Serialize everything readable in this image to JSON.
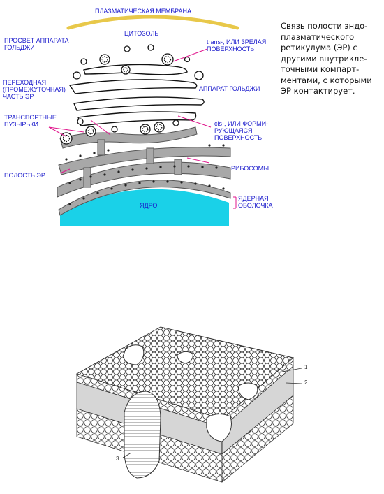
{
  "golgi_diagram": {
    "labels": {
      "plasma_membrane": "ПЛАЗМАТИЧЕСКАЯ МЕМБРАНА",
      "cytosol": "ЦИТОЗОЛЬ",
      "golgi_lumen": "ПРОСВЕТ АППАРАТА\nГОЛЬДЖИ",
      "trans_face": "trans-, ИЛИ ЗРЕЛАЯ\nПОВЕРХНОСТЬ",
      "golgi_apparatus": "АППАРАТ ГОЛЬДЖИ",
      "transitional_er": "ПЕРЕХОДНАЯ\n(ПРОМЕЖУТОЧНАЯ)\nЧАСТЬ ЭР",
      "transport_vesicles": "ТРАНСПОРТНЫЕ\nПУЗЫРЬКИ",
      "cis_face": "cis-, ИЛИ ФОРМИ-\nРУЮЩАЯСЯ\nПОВЕРХНОСТЬ",
      "er_lumen": "ПОЛОСТЬ ЭР",
      "ribosomes": "РИБОСОМЫ",
      "nucleus": "ЯДРО",
      "nuclear_envelope": "ЯДЕРНАЯ\nОБОЛОЧКА"
    },
    "colors": {
      "label_text": "#1a1acc",
      "membrane": "#e8c84a",
      "nucleus": "#1ad1e8",
      "er": "#a8a8a8",
      "leader_line": "#e0158c"
    }
  },
  "caption": "Связь полости эндо-\nплазматического\nретикулума (ЭР) с\nдругими внутрикле-\nточными компарт-\nментами, с которыми\nЭР контактирует.",
  "membrane_diagram": {
    "labels": {
      "one": "1",
      "two": "2",
      "three": "3"
    },
    "colors": {
      "line": "#333333",
      "head": "#ffffff"
    }
  }
}
